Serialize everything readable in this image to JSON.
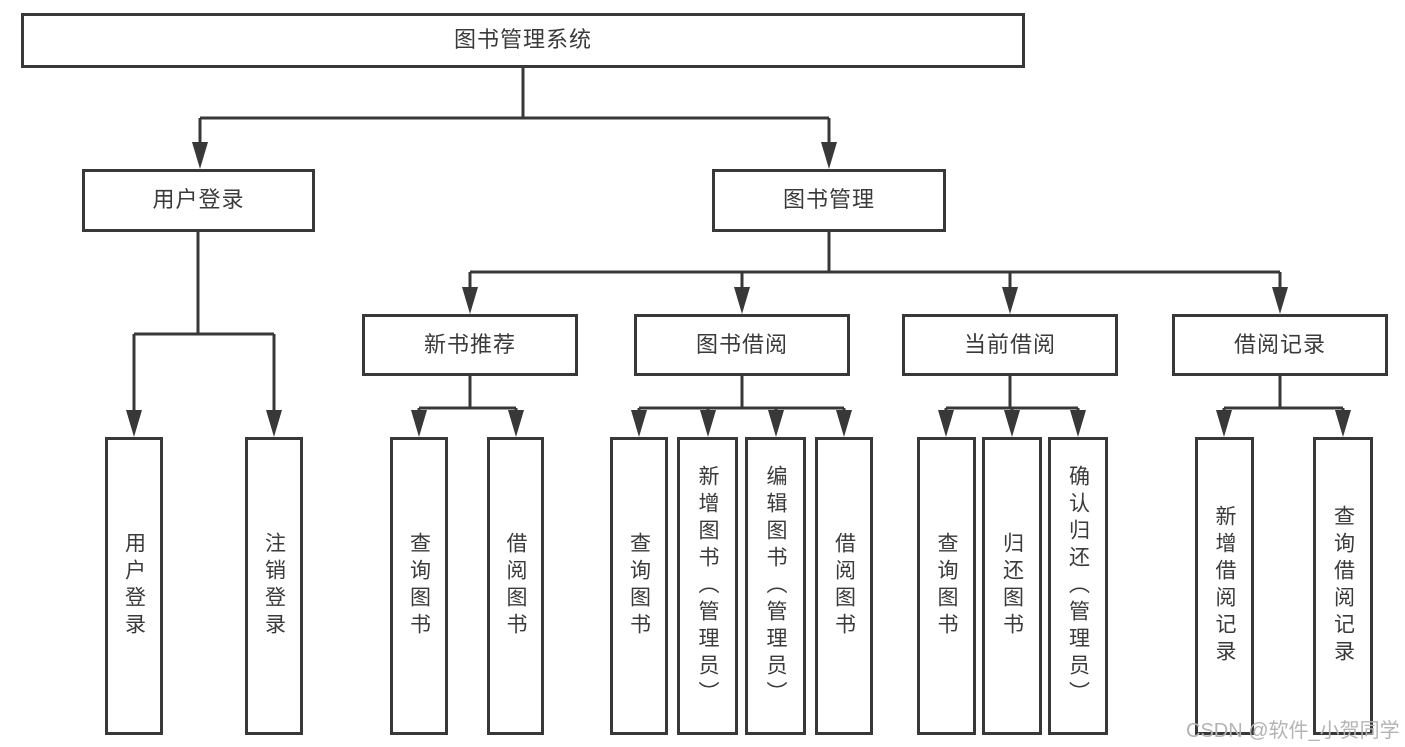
{
  "diagram": {
    "title": "图书管理系统",
    "root": {
      "label": "图书管理系统"
    },
    "level2": [
      {
        "label": "用户登录"
      },
      {
        "label": "图书管理"
      }
    ],
    "level3": [
      {
        "label": "新书推荐"
      },
      {
        "label": "图书借阅"
      },
      {
        "label": "当前借阅"
      },
      {
        "label": "借阅记录"
      }
    ],
    "leaves": [
      {
        "label": "用户登录"
      },
      {
        "label": "注销登录"
      },
      {
        "label": "查询图书"
      },
      {
        "label": "借阅图书"
      },
      {
        "label": "查询图书"
      },
      {
        "label": "新增图书（管理员）"
      },
      {
        "label": "编辑图书（管理员）"
      },
      {
        "label": "借阅图书"
      },
      {
        "label": "查询图书"
      },
      {
        "label": "归还图书"
      },
      {
        "label": "确认归还（管理员）"
      },
      {
        "label": "新增借阅记录"
      },
      {
        "label": "查询借阅记录"
      }
    ]
  },
  "watermark": {
    "text": "CSDN @软件_小贺同学"
  },
  "colors": {
    "line": "#383838",
    "box_border": "#383838",
    "text": "#3a3a3a",
    "watermark": "#b4b4b6",
    "background": "#ffffff"
  }
}
